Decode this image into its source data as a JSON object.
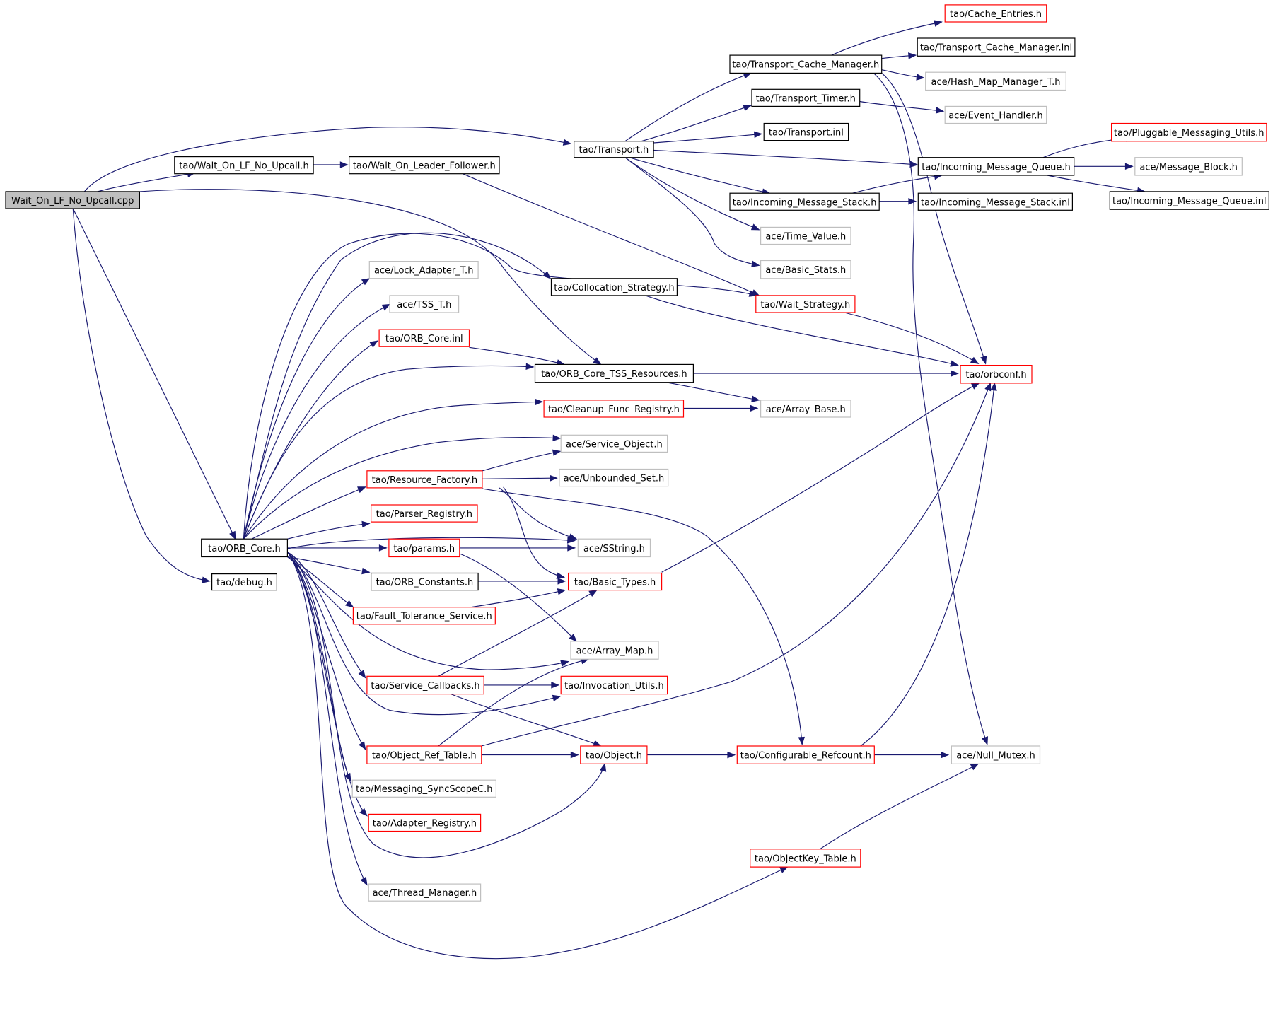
{
  "diagram": {
    "type": "include-dependency-graph",
    "colors": {
      "edge": "#191970",
      "root_fill": "#bfbfbf",
      "documented_border": "#000000",
      "truncated_border": "#ff0000",
      "external_border": "#bfbfbf"
    },
    "nodes": [
      {
        "id": "root",
        "label": "Wait_On_LF_No_Upcall.cpp",
        "style": "root"
      },
      {
        "id": "transport_h",
        "label": "tao/Transport.h",
        "style": "doc"
      },
      {
        "id": "wait_lf_noup",
        "label": "tao/Wait_On_LF_No_Upcall.h",
        "style": "doc"
      },
      {
        "id": "wait_leader",
        "label": "tao/Wait_On_Leader_Follower.h",
        "style": "doc"
      },
      {
        "id": "orb_core_h",
        "label": "tao/ORB_Core.h",
        "style": "doc"
      },
      {
        "id": "debug_h",
        "label": "tao/debug.h",
        "style": "doc"
      },
      {
        "id": "cache_entries",
        "label": "tao/Cache_Entries.h",
        "style": "red"
      },
      {
        "id": "tcm_h",
        "label": "tao/Transport_Cache_Manager.h",
        "style": "doc"
      },
      {
        "id": "tcm_inl",
        "label": "tao/Transport_Cache_Manager.inl",
        "style": "doc"
      },
      {
        "id": "hash_map",
        "label": "ace/Hash_Map_Manager_T.h",
        "style": "ext"
      },
      {
        "id": "transport_timer",
        "label": "tao/Transport_Timer.h",
        "style": "doc"
      },
      {
        "id": "event_handler",
        "label": "ace/Event_Handler.h",
        "style": "ext"
      },
      {
        "id": "transport_inl",
        "label": "tao/Transport.inl",
        "style": "doc"
      },
      {
        "id": "pluggable_utils",
        "label": "tao/Pluggable_Messaging_Utils.h",
        "style": "red"
      },
      {
        "id": "imq_h",
        "label": "tao/Incoming_Message_Queue.h",
        "style": "doc"
      },
      {
        "id": "message_block",
        "label": "ace/Message_Block.h",
        "style": "ext"
      },
      {
        "id": "ims_h",
        "label": "tao/Incoming_Message_Stack.h",
        "style": "doc"
      },
      {
        "id": "ims_inl",
        "label": "tao/Incoming_Message_Stack.inl",
        "style": "doc"
      },
      {
        "id": "imq_inl",
        "label": "tao/Incoming_Message_Queue.inl",
        "style": "doc"
      },
      {
        "id": "time_value",
        "label": "ace/Time_Value.h",
        "style": "ext"
      },
      {
        "id": "basic_stats",
        "label": "ace/Basic_Stats.h",
        "style": "ext"
      },
      {
        "id": "lock_adapter",
        "label": "ace/Lock_Adapter_T.h",
        "style": "ext"
      },
      {
        "id": "collocation",
        "label": "tao/Collocation_Strategy.h",
        "style": "doc"
      },
      {
        "id": "tss_t",
        "label": "ace/TSS_T.h",
        "style": "ext"
      },
      {
        "id": "wait_strategy",
        "label": "tao/Wait_Strategy.h",
        "style": "red"
      },
      {
        "id": "orb_core_inl",
        "label": "tao/ORB_Core.inl",
        "style": "red"
      },
      {
        "id": "tss_res",
        "label": "tao/ORB_Core_TSS_Resources.h",
        "style": "doc"
      },
      {
        "id": "orbconf",
        "label": "tao/orbconf.h",
        "style": "red"
      },
      {
        "id": "cleanup",
        "label": "tao/Cleanup_Func_Registry.h",
        "style": "red"
      },
      {
        "id": "array_base",
        "label": "ace/Array_Base.h",
        "style": "ext"
      },
      {
        "id": "service_object",
        "label": "ace/Service_Object.h",
        "style": "ext"
      },
      {
        "id": "resource_factory",
        "label": "tao/Resource_Factory.h",
        "style": "red"
      },
      {
        "id": "unbounded_set",
        "label": "ace/Unbounded_Set.h",
        "style": "ext"
      },
      {
        "id": "parser_registry",
        "label": "tao/Parser_Registry.h",
        "style": "red"
      },
      {
        "id": "params",
        "label": "tao/params.h",
        "style": "red"
      },
      {
        "id": "sstring",
        "label": "ace/SString.h",
        "style": "ext"
      },
      {
        "id": "orb_constants",
        "label": "tao/ORB_Constants.h",
        "style": "doc"
      },
      {
        "id": "basic_types",
        "label": "tao/Basic_Types.h",
        "style": "red"
      },
      {
        "id": "fault_tolerance",
        "label": "tao/Fault_Tolerance_Service.h",
        "style": "red"
      },
      {
        "id": "array_map",
        "label": "ace/Array_Map.h",
        "style": "ext"
      },
      {
        "id": "service_callbacks",
        "label": "tao/Service_Callbacks.h",
        "style": "red"
      },
      {
        "id": "invocation_utils",
        "label": "tao/Invocation_Utils.h",
        "style": "red"
      },
      {
        "id": "object_ref_table",
        "label": "tao/Object_Ref_Table.h",
        "style": "red"
      },
      {
        "id": "object_h",
        "label": "tao/Object.h",
        "style": "red"
      },
      {
        "id": "configurable_refcount",
        "label": "tao/Configurable_Refcount.h",
        "style": "red"
      },
      {
        "id": "null_mutex",
        "label": "ace/Null_Mutex.h",
        "style": "ext"
      },
      {
        "id": "messaging_sync",
        "label": "tao/Messaging_SyncScopeC.h",
        "style": "ext"
      },
      {
        "id": "adapter_registry",
        "label": "tao/Adapter_Registry.h",
        "style": "red"
      },
      {
        "id": "objectkey_table",
        "label": "tao/ObjectKey_Table.h",
        "style": "red"
      },
      {
        "id": "thread_manager",
        "label": "ace/Thread_Manager.h",
        "style": "ext"
      }
    ]
  }
}
